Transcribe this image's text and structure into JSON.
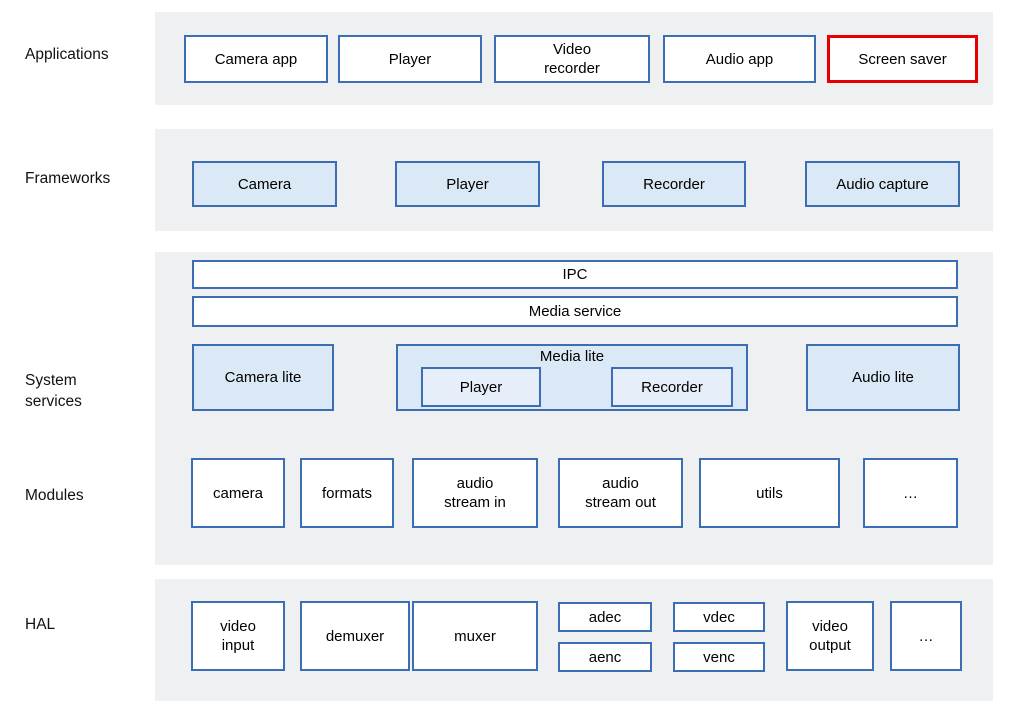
{
  "labels": {
    "applications": "Applications",
    "frameworks": "Frameworks",
    "system_services": "System\nservices",
    "modules": "Modules",
    "hal": "HAL"
  },
  "applications": {
    "camera_app": "Camera app",
    "player": "Player",
    "video_recorder": "Video\nrecorder",
    "audio_app": "Audio app",
    "screen_saver": "Screen saver"
  },
  "frameworks": {
    "camera": "Camera",
    "player": "Player",
    "recorder": "Recorder",
    "audio_capture": "Audio capture"
  },
  "system_services": {
    "ipc": "IPC",
    "media_service": "Media service",
    "camera_lite": "Camera lite",
    "media_lite": "Media lite",
    "media_lite_player": "Player",
    "media_lite_recorder": "Recorder",
    "audio_lite": "Audio lite"
  },
  "modules": {
    "camera": "camera",
    "formats": "formats",
    "audio_stream_in": "audio\nstream in",
    "audio_stream_out": "audio\nstream out",
    "utils": "utils",
    "more": "…"
  },
  "hal": {
    "video_input": "video\ninput",
    "demuxer": "demuxer",
    "muxer": "muxer",
    "adec": "adec",
    "aenc": "aenc",
    "vdec": "vdec",
    "venc": "venc",
    "video_output": "video\noutput",
    "more": "…"
  },
  "colors": {
    "box_border": "#3c6eb4",
    "box_fill_light_blue": "#dbe8f6",
    "nested_fill": "#e6eefa",
    "panel_bg": "#eef0f2",
    "highlight_border": "#e60000",
    "text": "#000000"
  }
}
